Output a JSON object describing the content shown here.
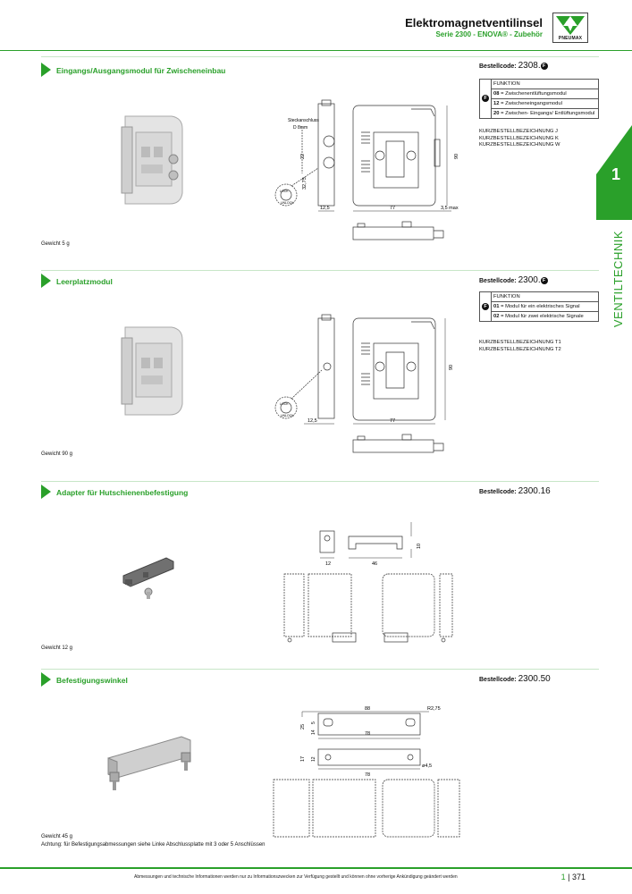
{
  "header": {
    "title": "Elektromagnetventilinsel",
    "subtitle": "Serie 2300 - ENOVA® - Zubehör",
    "logo_text": "PNEUMAX"
  },
  "side_tab": {
    "number": "1",
    "label": "VENTILTECHNIK",
    "color": "#2aa02a"
  },
  "sections": [
    {
      "title": "Eingangs/Ausgangsmodul für Zwischeneinbau",
      "order_label": "Bestellcode:",
      "order_code": "2308.",
      "order_badge": "F",
      "function_header": "FUNKTION",
      "functions": [
        {
          "code": "08",
          "text": "= Zwischenentlüftungsmodul"
        },
        {
          "code": "12",
          "text": "= Zwischeneingangsmodul"
        },
        {
          "code": "20",
          "text": "= Zwischen- Eingangs/ Entlüftungsmodul"
        }
      ],
      "short_designations": [
        "KURZBESTELLBEZEICHNUNG J",
        "KURZBESTELLBEZEICHNUNG K",
        "KURZBESTELLBEZEICHNUNG W"
      ],
      "weight": "Gewicht 5 g",
      "dims": {
        "a": "12,5",
        "b": "77",
        "c": "3,5 max",
        "d": "90",
        "e": "22",
        "f": "32,75",
        "plug": "Steckanschluss",
        "plug_d": "D 8mm",
        "lock": "LOCK",
        "unlock": "UNLOCK"
      }
    },
    {
      "title": "Leerplatzmodul",
      "order_label": "Bestellcode:",
      "order_code": "2300.",
      "order_badge": "F",
      "function_header": "FUNKTION",
      "functions": [
        {
          "code": "01",
          "text": "= Modul für ein elektrisches Signal"
        },
        {
          "code": "02",
          "text": "= Modul für zwei elektrische Signale"
        }
      ],
      "short_designations": [
        "KURZBESTELLBEZEICHNUNG T1",
        "KURZBESTELLBEZEICHNUNG T2"
      ],
      "weight": "Gewicht 90 g",
      "dims": {
        "a": "12,5",
        "b": "77",
        "d": "90",
        "lock": "LOCK",
        "unlock": "UNLOCK"
      }
    },
    {
      "title": "Adapter für Hutschienenbefestigung",
      "order_label": "Bestellcode:",
      "order_code": "2300.16",
      "weight": "Gewicht 12 g",
      "dims": {
        "a": "12",
        "b": "46",
        "c": "10"
      }
    },
    {
      "title": "Befestigungswinkel",
      "order_label": "Bestellcode:",
      "order_code": "2300.50",
      "weight": "Gewicht 45 g",
      "note": "Achtung: für Befestigungsabmessungen siehe Linke Abschlussplatte mit 3 oder 5 Anschlüssen",
      "dims": {
        "a": "88",
        "b": "R2,75",
        "c": "78",
        "d": "25",
        "e": "5",
        "f": "14",
        "g": "17",
        "h": "12",
        "i": "78",
        "j": "ø4,5"
      }
    }
  ],
  "footer": {
    "disclaimer": "Abmessungen und technische Informationen werden nur zu Informationszwecken zur Verfügung gestellt und können ohne vorherige Ankündigung geändert werden",
    "chapter": "1",
    "page": "371"
  }
}
